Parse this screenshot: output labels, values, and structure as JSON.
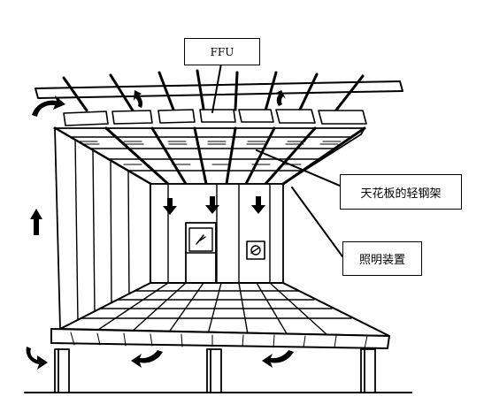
{
  "labels": {
    "ffu": "FFU",
    "ceiling_frame": "天花板的轻钢架",
    "lighting": "照明装置"
  },
  "colors": {
    "ink": "#000000",
    "paper": "#ffffff"
  }
}
